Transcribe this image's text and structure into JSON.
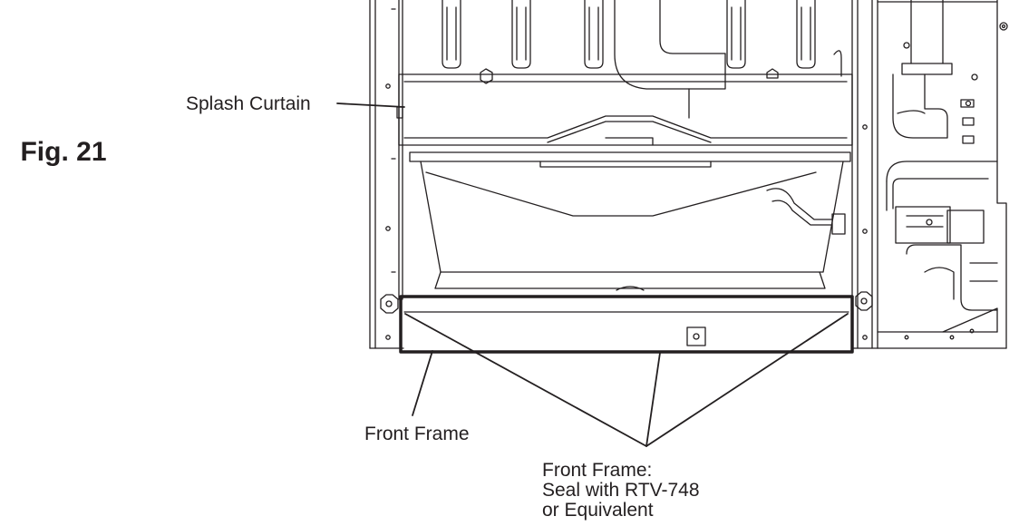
{
  "figure": {
    "label": "Fig. 21"
  },
  "callouts": {
    "splash_curtain": "Splash Curtain",
    "front_frame": "Front Frame",
    "front_frame_seal": {
      "line1": "Front Frame:",
      "line2": "Seal with RTV-748",
      "line3": "or Equivalent"
    }
  }
}
